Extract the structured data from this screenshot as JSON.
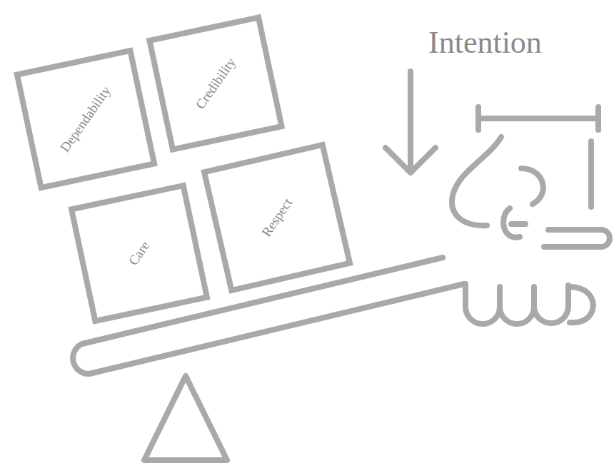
{
  "diagram": {
    "nodes": [
      {
        "text": [
          "Dependability"
        ]
      },
      {
        "text": [
          "Credibility"
        ]
      },
      {
        "text": [
          "Care"
        ]
      },
      {
        "text": [
          "Respect"
        ]
      }
    ],
    "labels": [
      "Intention"
    ]
  }
}
